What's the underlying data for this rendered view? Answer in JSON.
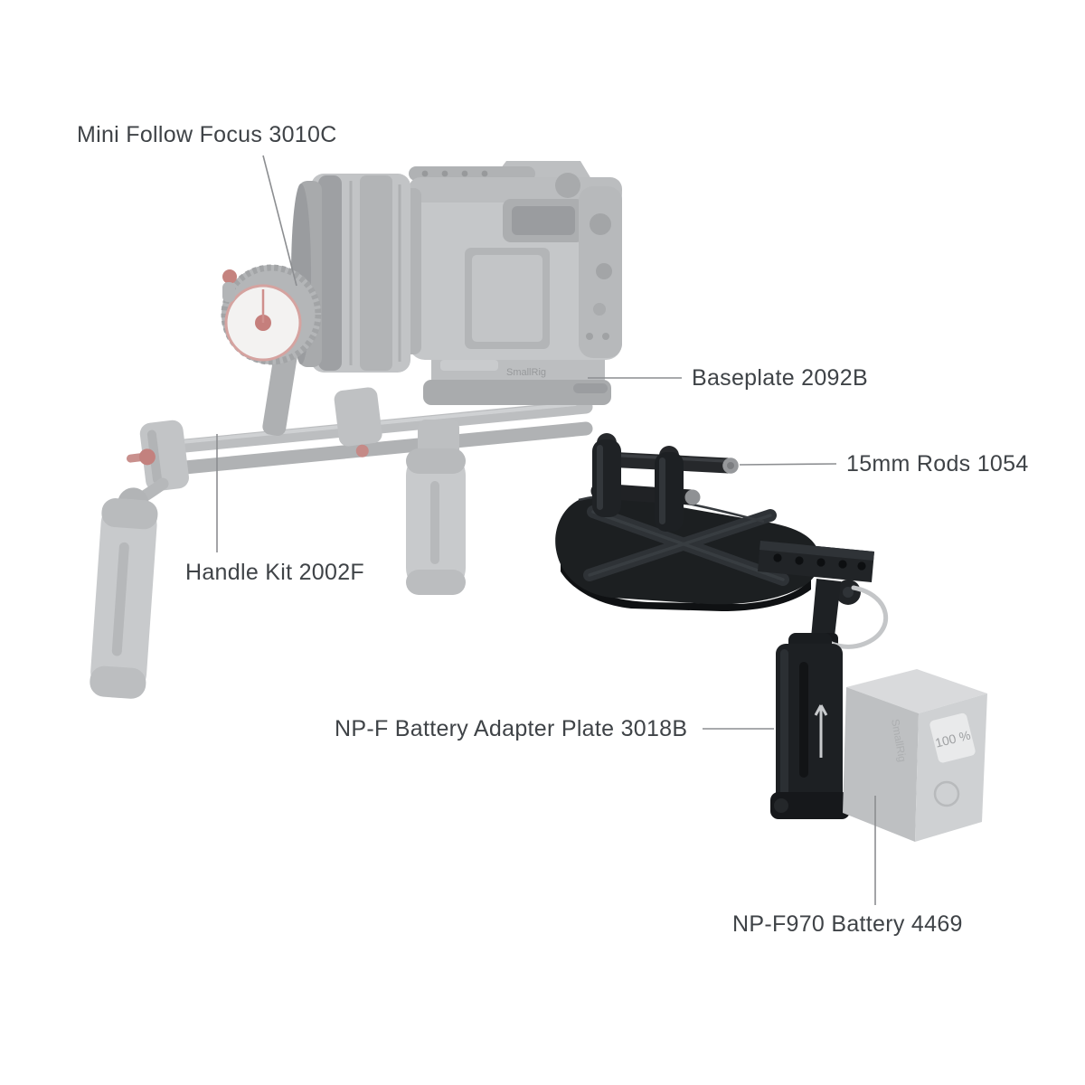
{
  "diagram": {
    "type": "product-callout-diagram",
    "labels": {
      "follow_focus": "Mini Follow Focus 3010C",
      "baseplate": "Baseplate 2092B",
      "rods": "15mm Rods 1054",
      "handle_kit": "Handle Kit 2002F",
      "battery_plate": "NP-F Battery Adapter Plate 3018B",
      "battery": "NP-F970 Battery 4469"
    },
    "markings": {
      "battery_display": "100 %",
      "battery_brand": "SmallRig",
      "baseplate_brand": "SmallRig"
    },
    "colors": {
      "background": "#ffffff",
      "label_text": "#3f4347",
      "callout_line": "#8c8e91",
      "highlighted_parts": "#1d2023",
      "ghosted_parts": "#c6c8ca",
      "accent_red": "#c5837f"
    }
  }
}
